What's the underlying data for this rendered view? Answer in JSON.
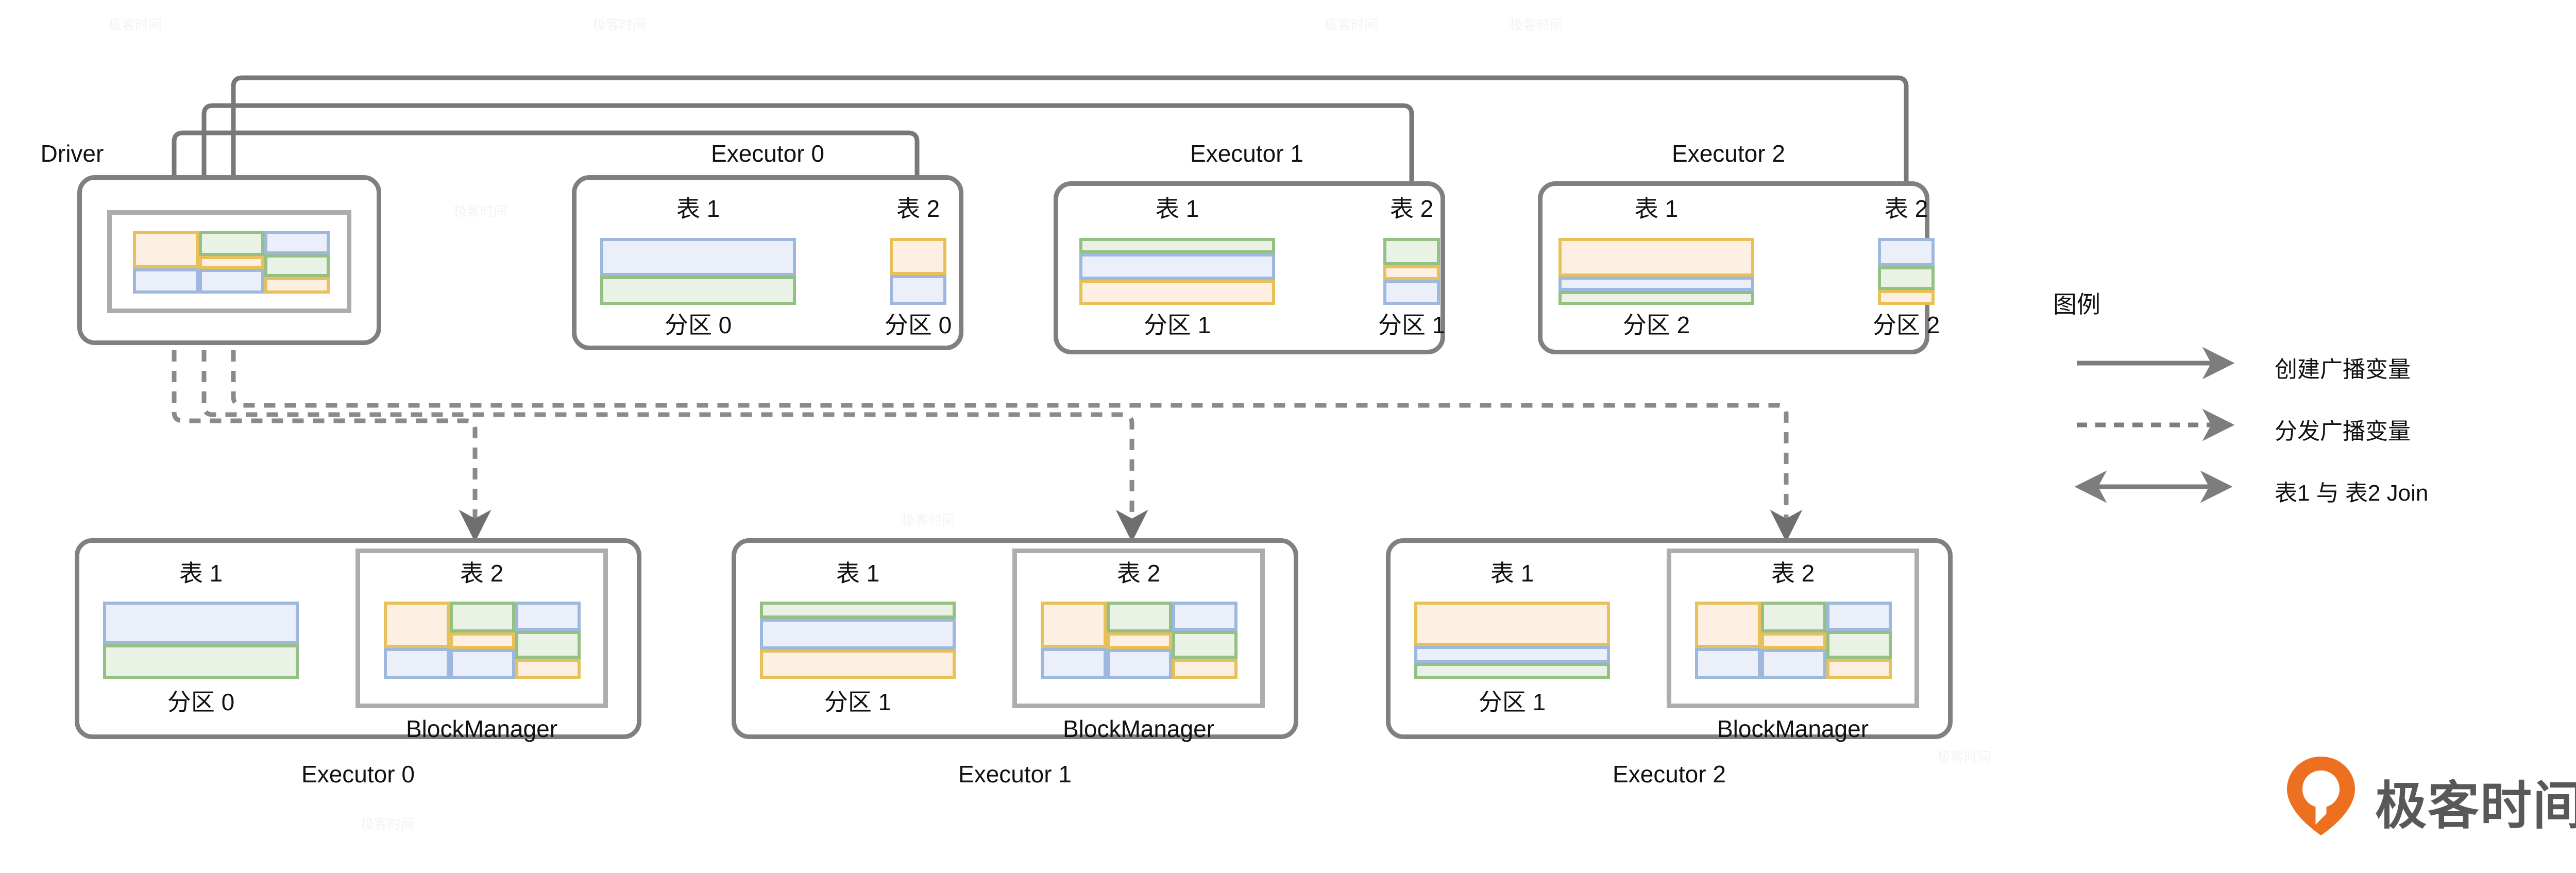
{
  "diagram": {
    "title_driver": "Driver",
    "label_table1": "表 1",
    "label_table2": "表 2",
    "label_blockmanager": "BlockManager"
  },
  "top_row": {
    "driver": {
      "name": "Driver",
      "grid": {
        "columns": [
          {
            "cells": [
              {
                "color": "orange",
                "h": 60
              },
              {
                "color": "blue",
                "h": 40
              }
            ]
          },
          {
            "cells": [
              {
                "color": "green",
                "h": 40
              },
              {
                "color": "orange",
                "h": 21
              },
              {
                "color": "blue",
                "h": 39
              }
            ]
          },
          {
            "cells": [
              {
                "color": "blue",
                "h": 38
              },
              {
                "color": "green",
                "h": 36
              },
              {
                "color": "orange",
                "h": 26
              }
            ]
          }
        ]
      }
    },
    "executors": [
      {
        "name": "Executor 0",
        "table1": {
          "label": "表 1",
          "partition": "分区 0",
          "rows": [
            {
              "color": "blue",
              "h": 57
            },
            {
              "color": "green",
              "h": 43
            }
          ]
        },
        "table2": {
          "label": "表 2",
          "partition": "分区 0",
          "rows": [
            {
              "color": "orange",
              "h": 55
            },
            {
              "color": "blue",
              "h": 45
            }
          ]
        }
      },
      {
        "name": "Executor 1",
        "table1": {
          "label": "表 1",
          "partition": "分区 1",
          "rows": [
            {
              "color": "green",
              "h": 23
            },
            {
              "color": "blue",
              "h": 39
            },
            {
              "color": "orange",
              "h": 38
            }
          ]
        },
        "table2": {
          "label": "表 2",
          "partition": "分区 1",
          "rows": [
            {
              "color": "green",
              "h": 41
            },
            {
              "color": "orange",
              "h": 22
            },
            {
              "color": "blue",
              "h": 37
            }
          ]
        }
      },
      {
        "name": "Executor 2",
        "table1": {
          "label": "表 1",
          "partition": "分区 2",
          "rows": [
            {
              "color": "orange",
              "h": 58
            },
            {
              "color": "blue",
              "h": 21
            },
            {
              "color": "green",
              "h": 21
            }
          ]
        },
        "table2": {
          "label": "表 2",
          "partition": "分区 2",
          "rows": [
            {
              "color": "blue",
              "h": 42
            },
            {
              "color": "green",
              "h": 36
            },
            {
              "color": "orange",
              "h": 22
            }
          ]
        }
      }
    ]
  },
  "bottom_row": {
    "executors": [
      {
        "name": "Executor 0",
        "table1": {
          "label": "表 1",
          "partition": "分区 0",
          "rows": [
            {
              "color": "blue",
              "h": 55
            },
            {
              "color": "green",
              "h": 45
            }
          ]
        },
        "blockmanager": {
          "label": "表 2",
          "caption": "BlockManager"
        }
      },
      {
        "name": "Executor 1",
        "table1": {
          "label": "表 1",
          "partition": "分区 1",
          "rows": [
            {
              "color": "green",
              "h": 22
            },
            {
              "color": "blue",
              "h": 40
            },
            {
              "color": "orange",
              "h": 38
            }
          ]
        },
        "blockmanager": {
          "label": "表 2",
          "caption": "BlockManager"
        }
      },
      {
        "name": "Executor 2",
        "table1": {
          "label": "表 1",
          "partition": "分区 1",
          "rows": [
            {
              "color": "orange",
              "h": 57
            },
            {
              "color": "blue",
              "h": 22
            },
            {
              "color": "green",
              "h": 21
            }
          ]
        },
        "blockmanager": {
          "label": "表 2",
          "caption": "BlockManager"
        }
      }
    ],
    "broadcast_grid": {
      "columns": [
        {
          "cells": [
            {
              "color": "orange",
              "h": 60
            },
            {
              "color": "blue",
              "h": 40
            }
          ]
        },
        {
          "cells": [
            {
              "color": "green",
              "h": 40
            },
            {
              "color": "orange",
              "h": 21
            },
            {
              "color": "blue",
              "h": 39
            }
          ]
        },
        {
          "cells": [
            {
              "color": "blue",
              "h": 38
            },
            {
              "color": "green",
              "h": 36
            },
            {
              "color": "orange",
              "h": 26
            }
          ]
        }
      ]
    }
  },
  "legend": {
    "title": "图例",
    "items": [
      {
        "style": "solid-arrow",
        "label": "创建广播变量"
      },
      {
        "style": "dashed-arrow",
        "label": "分发广播变量"
      },
      {
        "style": "double-arrow",
        "label": "表1 与 表2 Join"
      }
    ]
  },
  "brand": {
    "text": "极客时间"
  },
  "colors": {
    "orange_border": "#E8C05A",
    "orange_fill": "#FDF0E3",
    "green_border": "#94C083",
    "green_fill": "#EAF1E5",
    "blue_border": "#9DB8DC",
    "blue_fill": "#EAEFFA",
    "frame": "#808080",
    "frame_inner": "#adadad",
    "arrow": "#787878",
    "brand_orange": "#ED7020",
    "brand_text": "#595757"
  },
  "watermark": {
    "text": "极客时间"
  }
}
